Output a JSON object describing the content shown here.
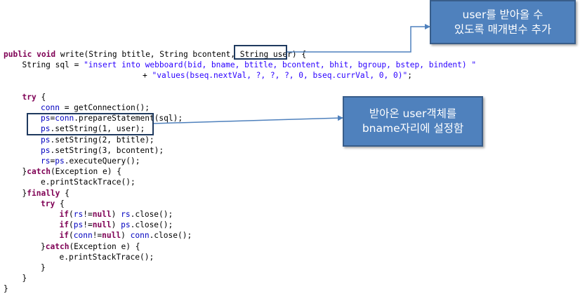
{
  "code_lines": [
    {
      "id": "l1",
      "indent": 0,
      "parts": [
        {
          "t": "public void ",
          "c": "kw"
        },
        {
          "t": "write(String btitle, String bcontent, String user) {",
          "c": "plain"
        }
      ]
    },
    {
      "id": "l2",
      "indent": 1,
      "parts": [
        {
          "t": "String sql = ",
          "c": "plain"
        },
        {
          "t": "\"insert into webboard(bid, bname, btitle, bcontent, bhit, bgroup, bstep, bindent) \"",
          "c": "str"
        }
      ]
    },
    {
      "id": "l3",
      "indent": 11,
      "parts": [
        {
          "t": "+ ",
          "c": "plain"
        },
        {
          "t": "\"values(bseq.nextVal, ?, ?, ?, 0, bseq.currVal, 0, 0)\"",
          "c": "str"
        },
        {
          "t": ";",
          "c": "plain"
        }
      ]
    },
    {
      "id": "l4",
      "indent": 0,
      "parts": []
    },
    {
      "id": "l5",
      "indent": 1,
      "parts": [
        {
          "t": "try",
          "c": "kw"
        },
        {
          "t": " {",
          "c": "plain"
        }
      ]
    },
    {
      "id": "l6",
      "indent": 2,
      "parts": [
        {
          "t": "conn",
          "c": "fld"
        },
        {
          "t": " = getConnection();",
          "c": "plain"
        }
      ]
    },
    {
      "id": "l7",
      "indent": 2,
      "parts": [
        {
          "t": "ps",
          "c": "fld"
        },
        {
          "t": "=",
          "c": "plain"
        },
        {
          "t": "conn",
          "c": "fld"
        },
        {
          "t": ".prepareStatement(sql);",
          "c": "plain"
        }
      ]
    },
    {
      "id": "l8",
      "indent": 2,
      "parts": [
        {
          "t": "ps",
          "c": "fld"
        },
        {
          "t": ".setString(1, user);",
          "c": "plain"
        }
      ]
    },
    {
      "id": "l9",
      "indent": 2,
      "parts": [
        {
          "t": "ps",
          "c": "fld"
        },
        {
          "t": ".setString(2, btitle);",
          "c": "plain"
        }
      ]
    },
    {
      "id": "l10",
      "indent": 2,
      "parts": [
        {
          "t": "ps",
          "c": "fld"
        },
        {
          "t": ".setString(3, bcontent);",
          "c": "plain"
        }
      ]
    },
    {
      "id": "l11",
      "indent": 2,
      "parts": [
        {
          "t": "rs",
          "c": "fld"
        },
        {
          "t": "=",
          "c": "plain"
        },
        {
          "t": "ps",
          "c": "fld"
        },
        {
          "t": ".executeQuery();",
          "c": "plain"
        }
      ]
    },
    {
      "id": "l12",
      "indent": 1,
      "parts": [
        {
          "t": "}",
          "c": "plain"
        },
        {
          "t": "catch",
          "c": "kw"
        },
        {
          "t": "(Exception e) {",
          "c": "plain"
        }
      ]
    },
    {
      "id": "l13",
      "indent": 2,
      "parts": [
        {
          "t": "e.printStackTrace();",
          "c": "plain"
        }
      ]
    },
    {
      "id": "l14",
      "indent": 1,
      "parts": [
        {
          "t": "}",
          "c": "plain"
        },
        {
          "t": "finally",
          "c": "kw"
        },
        {
          "t": " {",
          "c": "plain"
        }
      ]
    },
    {
      "id": "l15",
      "indent": 2,
      "parts": [
        {
          "t": "try",
          "c": "kw"
        },
        {
          "t": " {",
          "c": "plain"
        }
      ]
    },
    {
      "id": "l16",
      "indent": 3,
      "parts": [
        {
          "t": "if",
          "c": "kw"
        },
        {
          "t": "(",
          "c": "plain"
        },
        {
          "t": "rs",
          "c": "fld"
        },
        {
          "t": "!=",
          "c": "plain"
        },
        {
          "t": "null",
          "c": "kw"
        },
        {
          "t": ") ",
          "c": "plain"
        },
        {
          "t": "rs",
          "c": "fld"
        },
        {
          "t": ".close();",
          "c": "plain"
        }
      ]
    },
    {
      "id": "l17",
      "indent": 3,
      "parts": [
        {
          "t": "if",
          "c": "kw"
        },
        {
          "t": "(",
          "c": "plain"
        },
        {
          "t": "ps",
          "c": "fld"
        },
        {
          "t": "!=",
          "c": "plain"
        },
        {
          "t": "null",
          "c": "kw"
        },
        {
          "t": ") ",
          "c": "plain"
        },
        {
          "t": "ps",
          "c": "fld"
        },
        {
          "t": ".close();",
          "c": "plain"
        }
      ]
    },
    {
      "id": "l18",
      "indent": 3,
      "parts": [
        {
          "t": "if",
          "c": "kw"
        },
        {
          "t": "(",
          "c": "plain"
        },
        {
          "t": "conn",
          "c": "fld"
        },
        {
          "t": "!=",
          "c": "plain"
        },
        {
          "t": "null",
          "c": "kw"
        },
        {
          "t": ") ",
          "c": "plain"
        },
        {
          "t": "conn",
          "c": "fld"
        },
        {
          "t": ".close();",
          "c": "plain"
        }
      ]
    },
    {
      "id": "l19",
      "indent": 2,
      "parts": [
        {
          "t": "}",
          "c": "plain"
        },
        {
          "t": "catch",
          "c": "kw"
        },
        {
          "t": "(Exception e) {",
          "c": "plain"
        }
      ]
    },
    {
      "id": "l20",
      "indent": 3,
      "parts": [
        {
          "t": "e.printStackTrace();",
          "c": "plain"
        }
      ]
    },
    {
      "id": "l21",
      "indent": 2,
      "parts": [
        {
          "t": "}",
          "c": "plain"
        }
      ]
    },
    {
      "id": "l22",
      "indent": 1,
      "parts": [
        {
          "t": "}",
          "c": "plain"
        }
      ]
    },
    {
      "id": "l23",
      "indent": 0,
      "parts": [
        {
          "t": "}",
          "c": "plain"
        }
      ]
    }
  ],
  "callouts": {
    "param_note": {
      "line1": "user를 받아올 수",
      "line2": "있도록 매개변수 추가"
    },
    "setstring_note": {
      "line1": "받아온 user객체를",
      "line2": "bname자리에 설정함"
    }
  },
  "colors": {
    "keyword": "#7f0055",
    "string": "#2a00ff",
    "field": "#0000c0",
    "callout_fill": "#4f81bd",
    "callout_border": "#385d8a",
    "highlight_box": "#1f3a5f",
    "arrow": "#4f81bd"
  }
}
